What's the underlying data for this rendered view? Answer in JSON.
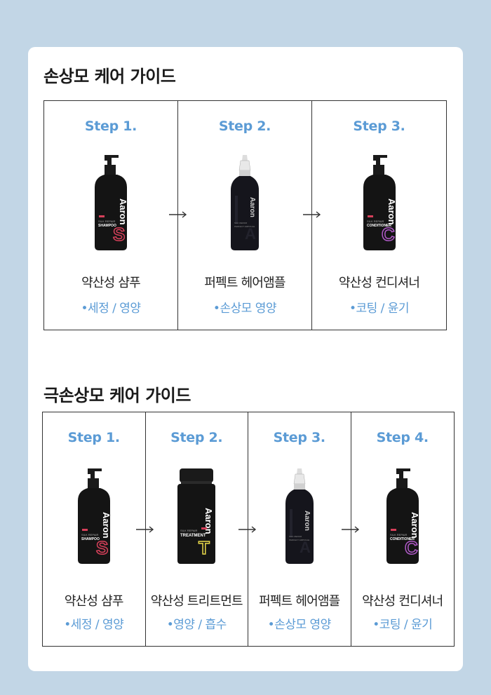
{
  "section1": {
    "title": "손상모 케어 가이드",
    "steps": [
      {
        "step": "Step 1.",
        "name": "약산성 샴푸",
        "desc": "•세정 / 영양",
        "product": "shampoo"
      },
      {
        "step": "Step 2.",
        "name": "퍼펙트 헤어앰플",
        "desc": "•손상모 영양",
        "product": "ampoule"
      },
      {
        "step": "Step 3.",
        "name": "약산성 컨디셔너",
        "desc": "•코팅 / 윤기",
        "product": "conditioner"
      }
    ]
  },
  "section2": {
    "title": "극손상모 케어 가이드",
    "steps": [
      {
        "step": "Step 1.",
        "name": "약산성 샴푸",
        "desc": "•세정 / 영양",
        "product": "shampoo"
      },
      {
        "step": "Step 2.",
        "name": "약산성 트리트먼트",
        "desc": "•영양 / 흡수",
        "product": "treatment"
      },
      {
        "step": "Step 3.",
        "name": "퍼펙트 헤어앰플",
        "desc": "•손상모 영양",
        "product": "ampoule"
      },
      {
        "step": "Step 4.",
        "name": "약산성 컨디셔너",
        "desc": "•코팅 / 윤기",
        "product": "conditioner"
      }
    ]
  },
  "colors": {
    "background": "#c2d6e6",
    "accent": "#5b9bd5",
    "shampoo_letter": "#d6405a",
    "treatment_letter": "#e8d84a",
    "conditioner_letter": "#b05ac8"
  },
  "labels": {
    "brand": "Aaron",
    "shampoo": {
      "sub": "SILK REPAIR",
      "main": "SHAMPOO",
      "letter": "S"
    },
    "treatment": {
      "sub": "SILK REPAIR",
      "main": "TREATMENT",
      "letter": "T"
    },
    "conditioner": {
      "sub": "SILK REPAIR",
      "main": "CONDITIONER",
      "letter": "C"
    },
    "ampoule": {
      "sub": "SILK REPAIR",
      "main": "PERFECT AMPOULE",
      "letter": "A"
    }
  },
  "icons": {
    "arrow": "arrow-right-icon"
  }
}
